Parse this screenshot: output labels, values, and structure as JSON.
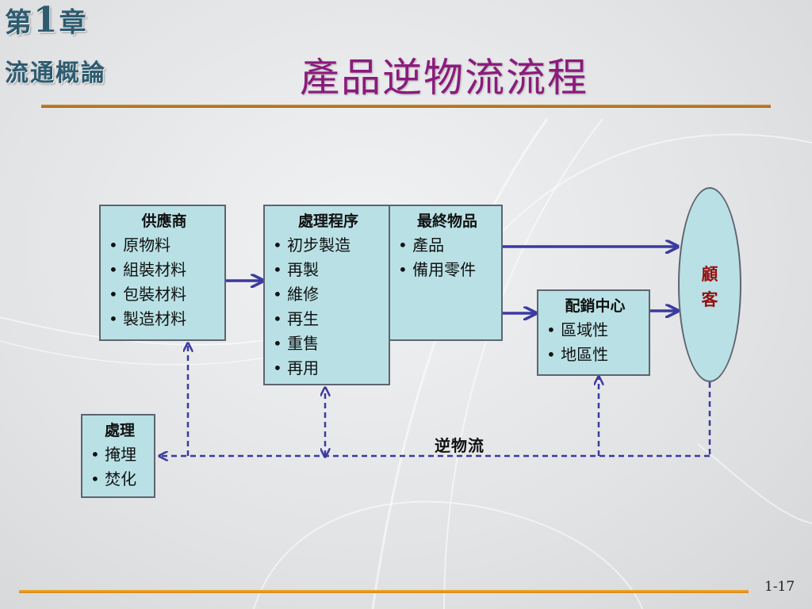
{
  "header": {
    "chapter_prefix": "第",
    "chapter_number": "1",
    "chapter_suffix": "章",
    "chapter_name": "流通概論",
    "title": "產品逆物流流程"
  },
  "diagram": {
    "supplier": {
      "heading": "供應商",
      "items": [
        "原物料",
        "組裝材料",
        "包裝材料",
        "製造材料"
      ]
    },
    "processing": {
      "heading": "處理程序",
      "items": [
        "初步製造",
        "再製",
        "維修",
        "再生",
        "重售",
        "再用"
      ]
    },
    "final_goods": {
      "heading": "最終物品",
      "items": [
        "產品",
        "備用零件"
      ]
    },
    "distribution": {
      "heading": "配銷中心",
      "items": [
        "區域性",
        "地區性"
      ]
    },
    "disposal": {
      "heading": "處理",
      "items": [
        "掩埋",
        "焚化"
      ]
    },
    "customer": {
      "line1": "顧",
      "line2": "客"
    },
    "reverse_flow_label": "逆物流"
  },
  "footer": {
    "page_number": "1-17"
  },
  "colors": {
    "title": "#8c1a7c",
    "arrow": "#3b3aa0",
    "box_fill": "#b9e1e5",
    "customer_text": "#9a1010"
  }
}
